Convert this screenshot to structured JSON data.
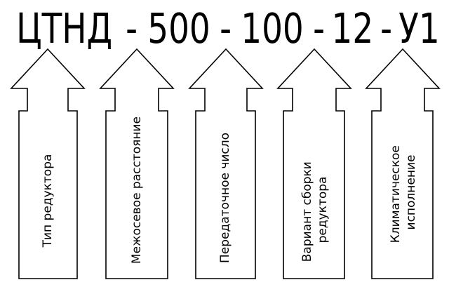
{
  "code": {
    "segments": [
      "ЦТНД",
      "500",
      "100",
      "12",
      "У1"
    ],
    "separator": "-"
  },
  "arrows": [
    {
      "lines": [
        "Тип редуктора"
      ]
    },
    {
      "lines": [
        "Межосевое расстояние"
      ]
    },
    {
      "lines": [
        "Передаточное число"
      ]
    },
    {
      "lines": [
        "Вариант сборки",
        "редуктора"
      ]
    },
    {
      "lines": [
        "Климатическое",
        "исполнение"
      ]
    }
  ],
  "colors": {
    "stroke": "#000000",
    "background": "#ffffff",
    "text": "#000000"
  }
}
